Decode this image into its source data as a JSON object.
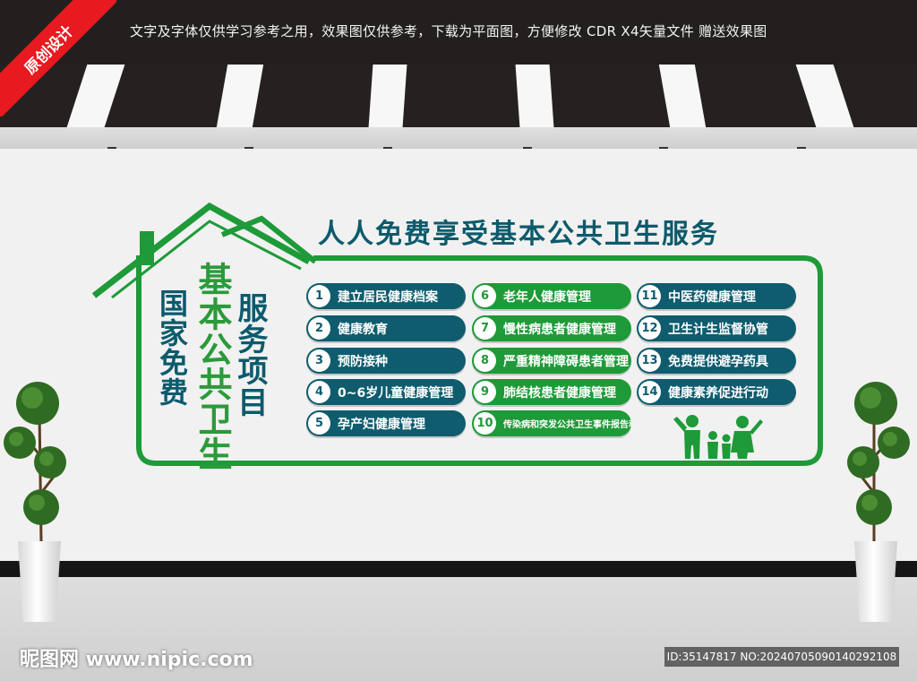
{
  "header": {
    "notice": "文字及字体仅供学习参考之用，效果图仅供参考，下载为平面图，方便修改    CDR X4矢量文件  赠送效果图",
    "badge": "原创设计"
  },
  "board": {
    "title": "人人免费享受基本公共卫生服务",
    "vertical_lines": [
      "国家免费",
      "基本公共卫生",
      "服务项目"
    ],
    "colors": {
      "teal": "#0e5c6e",
      "green": "#1e9a38"
    },
    "items": [
      {
        "num": "1",
        "label": "建立居民健康档案"
      },
      {
        "num": "2",
        "label": "健康教育"
      },
      {
        "num": "3",
        "label": "预防接种"
      },
      {
        "num": "4",
        "label": "0~6岁儿童健康管理"
      },
      {
        "num": "5",
        "label": "孕产妇健康管理"
      },
      {
        "num": "6",
        "label": "老年人健康管理"
      },
      {
        "num": "7",
        "label": "慢性病患者健康管理"
      },
      {
        "num": "8",
        "label": "严重精神障碍患者管理"
      },
      {
        "num": "9",
        "label": "肺结核患者健康管理"
      },
      {
        "num": "10",
        "label": "传染病和突发公共卫生事件报告和管理"
      },
      {
        "num": "11",
        "label": "中医药健康管理"
      },
      {
        "num": "12",
        "label": "卫生计生监督协管"
      },
      {
        "num": "13",
        "label": "免费提供避孕药具"
      },
      {
        "num": "14",
        "label": "健康素养促进行动"
      }
    ],
    "family_icon": "family-icon"
  },
  "watermark": {
    "site": "昵图网 www.nipic.com",
    "id": "ID:35147817 NO:20240705090140292108"
  }
}
